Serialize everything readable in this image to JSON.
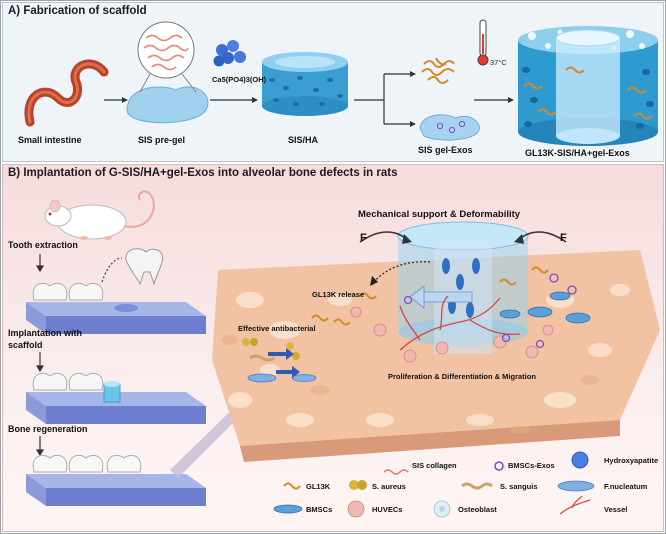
{
  "panel_a": {
    "title": "A) Fabrication of scaffold",
    "small_intestine": "Small intestine",
    "sis_pregel": "SIS pre-gel",
    "formula": "Ca5(PO4)3(OH)",
    "sis_ha": "SIS/HA",
    "temperature": "37°C",
    "sis_gel_exos": "SIS gel-Exos",
    "final": "GL13K-SIS/HA+gel-Exos"
  },
  "panel_b": {
    "title": "B) Implantation of G-SIS/HA+gel-Exos into alveolar bone defects in rats",
    "tooth_extraction": "Tooth extraction",
    "implantation_line1": "Implantation with",
    "implantation_line2": "scaffold",
    "bone_regeneration": "Bone regeneration",
    "mechanical": "Mechanical support & Deformability",
    "force_left": "F",
    "force_right": "F",
    "gl13k_release": "GL13K release",
    "antibacterial": "Effective antibacterial",
    "proliferation": "Proliferation & Differentiation & Migration"
  },
  "legend": {
    "sis_collagen": "SIS collagen",
    "bmscs_exos": "BMSCs-Exos",
    "hydroxyapatite": "Hydroxyapatite",
    "gl13k": "GL13K",
    "s_aureus": "S. aureus",
    "s_sanguis": "S. sanguis",
    "f_nucleatum": "F.nucleatum",
    "bmscs": "BMSCs",
    "huvecs": "HUVECs",
    "osteoblast": "Osteoblast",
    "vessel": "Vessel"
  },
  "colors": {
    "scaffold_blue": "#3fa7d6",
    "bone": "#f2c9a8",
    "intestine": "#c0492a"
  }
}
